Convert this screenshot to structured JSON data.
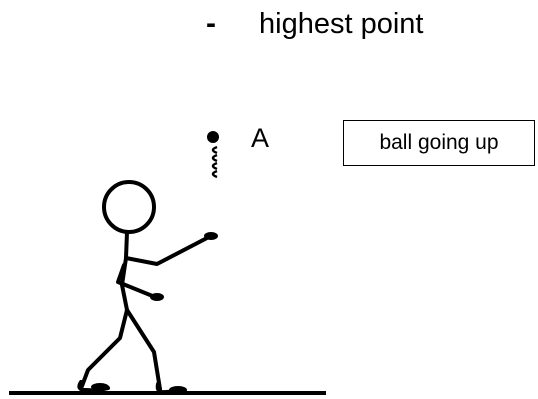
{
  "header": {
    "bullet": "-",
    "text": "highest point"
  },
  "diagram": {
    "point_label": "A",
    "callout_text": "ball going up",
    "line_color": "#000000",
    "background": "#ffffff"
  }
}
